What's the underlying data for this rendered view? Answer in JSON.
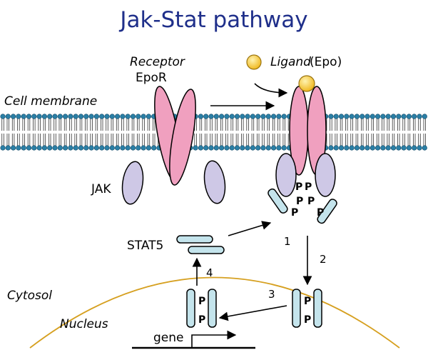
{
  "title": "Jak-Stat pathway",
  "labels": {
    "receptor": "Receptor",
    "epor": "EpoR",
    "ligand": "Ligand",
    "epo": "(Epo)",
    "cell_membrane": "Cell membrane",
    "jak": "JAK",
    "stat5": "STAT5",
    "cytosol": "Cytosol",
    "nucleus": "Nucleus",
    "gene": "gene"
  },
  "steps": [
    "1",
    "2",
    "3",
    "4"
  ],
  "phospho": "P",
  "colors": {
    "title": "#1f2f8a",
    "receptor": "#f0a0bf",
    "jak": "#cec8e6",
    "stat": "#c4e4ec",
    "ligand": "#f5c530",
    "membrane_head": "#2a7fa6",
    "nucleus_envelope": "#d6a020"
  }
}
